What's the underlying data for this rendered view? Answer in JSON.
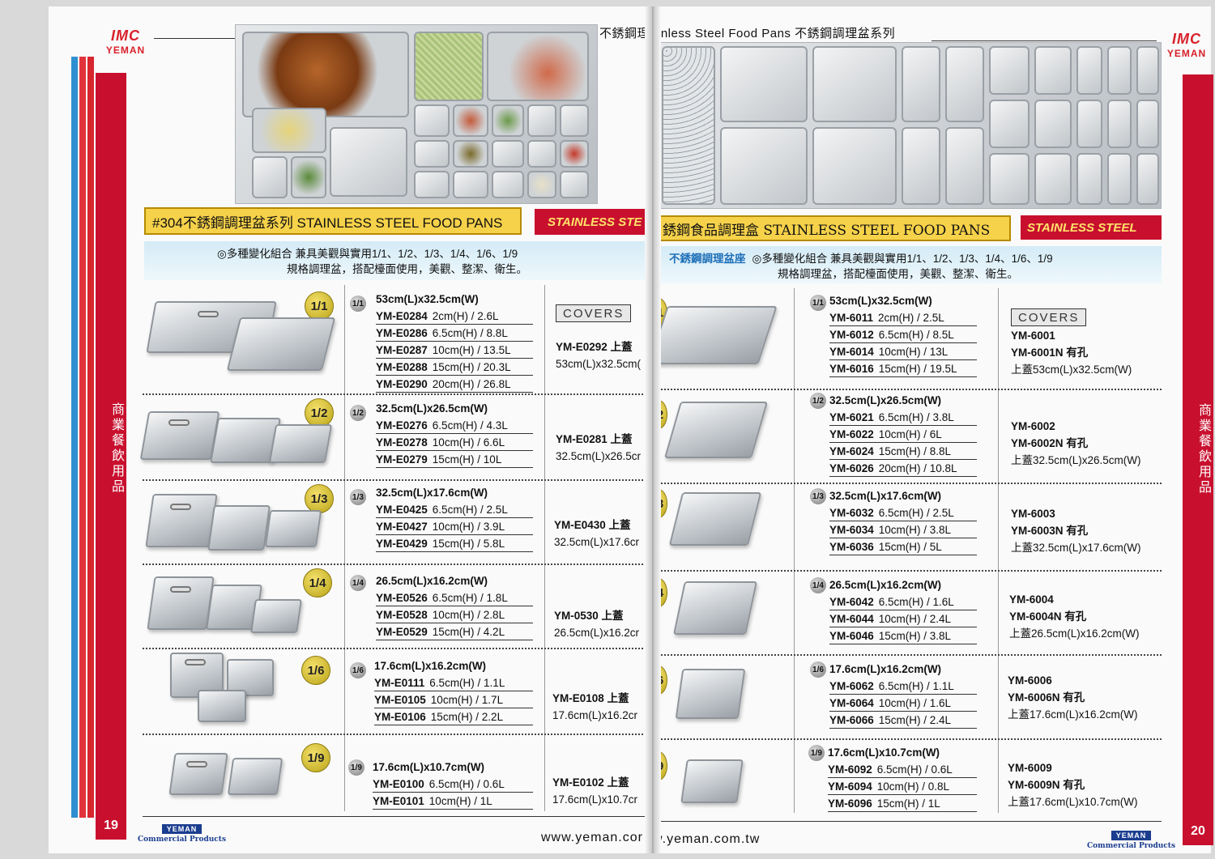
{
  "header": {
    "left_title": "不銹鋼理",
    "right_title": "inless Steel Food Pans  不銹鋼調理盆系列",
    "brand_mark": "IMC",
    "brand_name": "YEMAN"
  },
  "sidebar": {
    "label": "商業餐飲用品"
  },
  "page_numbers": {
    "left": "19",
    "right": "20"
  },
  "left": {
    "banner": "#304不銹鋼調理盆系列 STAINLESS STEEL FOOD PANS",
    "banner_tag": "STAINLESS STE",
    "desc_line1": "◎多種變化組合  兼具美觀與實用1/1、1/2、1/3、1/4、1/6、1/9",
    "desc_line2": "規格調理盆，搭配檯面使用，美觀、整潔、衛生。",
    "covers_label": "COVERS",
    "sections": [
      {
        "size": "1/1",
        "dims": "53cm(L)x32.5cm(W)",
        "models": [
          {
            "code": "YM-E0284",
            "spec": "2cm(H) / 2.6L"
          },
          {
            "code": "YM-E0286",
            "spec": "6.5cm(H) / 8.8L"
          },
          {
            "code": "YM-E0287",
            "spec": "10cm(H) / 13.5L"
          },
          {
            "code": "YM-E0288",
            "spec": "15cm(H) / 20.3L"
          },
          {
            "code": "YM-E0290",
            "spec": "20cm(H) / 26.8L"
          }
        ],
        "cover_code": "YM-E0292 上蓋",
        "cover_dims": "53cm(L)x32.5cm("
      },
      {
        "size": "1/2",
        "dims": "32.5cm(L)x26.5cm(W)",
        "models": [
          {
            "code": "YM-E0276",
            "spec": "6.5cm(H) / 4.3L"
          },
          {
            "code": "YM-E0278",
            "spec": "10cm(H) / 6.6L"
          },
          {
            "code": "YM-E0279",
            "spec": "15cm(H) / 10L"
          }
        ],
        "cover_code": "YM-E0281 上蓋",
        "cover_dims": "32.5cm(L)x26.5cr"
      },
      {
        "size": "1/3",
        "dims": "32.5cm(L)x17.6cm(W)",
        "models": [
          {
            "code": "YM-E0425",
            "spec": "6.5cm(H) / 2.5L"
          },
          {
            "code": "YM-E0427",
            "spec": "10cm(H) / 3.9L"
          },
          {
            "code": "YM-E0429",
            "spec": "15cm(H) / 5.8L"
          }
        ],
        "cover_code": "YM-E0430 上蓋",
        "cover_dims": "32.5cm(L)x17.6cr"
      },
      {
        "size": "1/4",
        "dims": "26.5cm(L)x16.2cm(W)",
        "models": [
          {
            "code": "YM-E0526",
            "spec": "6.5cm(H) / 1.8L"
          },
          {
            "code": "YM-E0528",
            "spec": "10cm(H) / 2.8L"
          },
          {
            "code": "YM-E0529",
            "spec": "15cm(H) / 4.2L"
          }
        ],
        "cover_code": "YM-0530  上蓋",
        "cover_dims": "26.5cm(L)x16.2cr"
      },
      {
        "size": "1/6",
        "dims": "17.6cm(L)x16.2cm(W)",
        "models": [
          {
            "code": "YM-E0111",
            "spec": "6.5cm(H) / 1.1L"
          },
          {
            "code": "YM-E0105",
            "spec": "10cm(H) / 1.7L"
          },
          {
            "code": "YM-E0106",
            "spec": "15cm(H) / 2.2L"
          }
        ],
        "cover_code": "YM-E0108  上蓋",
        "cover_dims": "17.6cm(L)x16.2cr"
      },
      {
        "size": "1/9",
        "dims": "17.6cm(L)x10.7cm(W)",
        "models": [
          {
            "code": "YM-E0100",
            "spec": "6.5cm(H) / 0.6L"
          },
          {
            "code": "YM-E0101",
            "spec": "10cm(H) / 1L"
          }
        ],
        "cover_code": "YM-E0102 上蓋",
        "cover_dims": "17.6cm(L)x10.7cr"
      }
    ],
    "url": "www.yeman.cor"
  },
  "right": {
    "banner": "銹鋼食品調理盒 STAINLESS STEEL FOOD PANS",
    "banner_tag": "STAINLESS STEEL",
    "desc_tag": "不銹鋼調理盆座",
    "desc_line1": "◎多種變化組合  兼具美觀與實用1/1、1/2、1/3、1/4、1/6、1/9",
    "desc_line2": "規格調理盆，搭配檯面使用，美觀、整潔、衛生。",
    "covers_label": "COVERS",
    "sections": [
      {
        "size": "1/1",
        "edge_size": "/1",
        "dims": "53cm(L)x32.5cm(W)",
        "models": [
          {
            "code": "YM-6011",
            "spec": "2cm(H) / 2.5L"
          },
          {
            "code": "YM-6012",
            "spec": "6.5cm(H) / 8.5L"
          },
          {
            "code": "YM-6014",
            "spec": "10cm(H) / 13L"
          },
          {
            "code": "YM-6016",
            "spec": "15cm(H) / 19.5L"
          }
        ],
        "cover_code": "YM-6001",
        "cover_code_n": "YM-6001N  有孔",
        "cover_dims": "上蓋53cm(L)x32.5cm(W)"
      },
      {
        "size": "1/2",
        "edge_size": "/2",
        "dims": "32.5cm(L)x26.5cm(W)",
        "models": [
          {
            "code": "YM-6021",
            "spec": "6.5cm(H) / 3.8L"
          },
          {
            "code": "YM-6022",
            "spec": "10cm(H) / 6L"
          },
          {
            "code": "YM-6024",
            "spec": "15cm(H) / 8.8L"
          },
          {
            "code": "YM-6026",
            "spec": "20cm(H) / 10.8L"
          }
        ],
        "cover_code": "YM-6002",
        "cover_code_n": "YM-6002N  有孔",
        "cover_dims": "上蓋32.5cm(L)x26.5cm(W)"
      },
      {
        "size": "1/3",
        "edge_size": "/3",
        "dims": "32.5cm(L)x17.6cm(W)",
        "models": [
          {
            "code": "YM-6032",
            "spec": "6.5cm(H) / 2.5L"
          },
          {
            "code": "YM-6034",
            "spec": "10cm(H) / 3.8L"
          },
          {
            "code": "YM-6036",
            "spec": "15cm(H) / 5L"
          }
        ],
        "cover_code": "YM-6003",
        "cover_code_n": "YM-6003N  有孔",
        "cover_dims": "上蓋32.5cm(L)x17.6cm(W)"
      },
      {
        "size": "1/4",
        "edge_size": "/4",
        "dims": "26.5cm(L)x16.2cm(W)",
        "models": [
          {
            "code": "YM-6042",
            "spec": "6.5cm(H) / 1.6L"
          },
          {
            "code": "YM-6044",
            "spec": "10cm(H) / 2.4L"
          },
          {
            "code": "YM-6046",
            "spec": "15cm(H) / 3.8L"
          }
        ],
        "cover_code": "YM-6004",
        "cover_code_n": "YM-6004N  有孔",
        "cover_dims": "上蓋26.5cm(L)x16.2cm(W)"
      },
      {
        "size": "1/6",
        "edge_size": "/6",
        "dims": "17.6cm(L)x16.2cm(W)",
        "models": [
          {
            "code": "YM-6062",
            "spec": "6.5cm(H) / 1.1L"
          },
          {
            "code": "YM-6064",
            "spec": "10cm(H) / 1.6L"
          },
          {
            "code": "YM-6066",
            "spec": "15cm(H) / 2.4L"
          }
        ],
        "cover_code": "YM-6006",
        "cover_code_n": "YM-6006N  有孔",
        "cover_dims": "上蓋17.6cm(L)x16.2cm(W)"
      },
      {
        "size": "1/9",
        "edge_size": "/9",
        "dims": "17.6cm(L)x10.7cm(W)",
        "models": [
          {
            "code": "YM-6092",
            "spec": "6.5cm(H) / 0.6L"
          },
          {
            "code": "YM-6094",
            "spec": "10cm(H) / 0.8L"
          },
          {
            "code": "YM-6096",
            "spec": "15cm(H) / 1L"
          }
        ],
        "cover_code": "YM-6009",
        "cover_code_n": "YM-6009N  有孔",
        "cover_dims": "上蓋17.6cm(L)x10.7cm(W)"
      }
    ],
    "url": "w.yeman.com.tw"
  },
  "footer": {
    "brand_box": "YEMAN",
    "brand_text": "Commercial Products"
  }
}
